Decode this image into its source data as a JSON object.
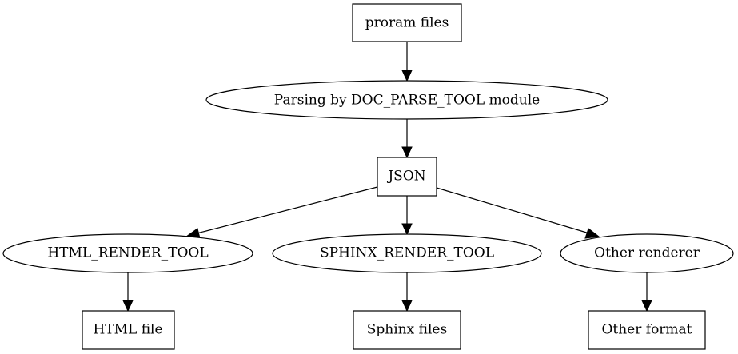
{
  "diagram": {
    "nodes": {
      "program_files": "proram files",
      "parsing": "Parsing by DOC_PARSE_TOOL module",
      "json": "JSON",
      "html_render": "HTML_RENDER_TOOL",
      "sphinx_render": "SPHINX_RENDER_TOOL",
      "other_renderer": "Other renderer",
      "html_file": "HTML file",
      "sphinx_files": "Sphinx files",
      "other_format": "Other format"
    }
  }
}
